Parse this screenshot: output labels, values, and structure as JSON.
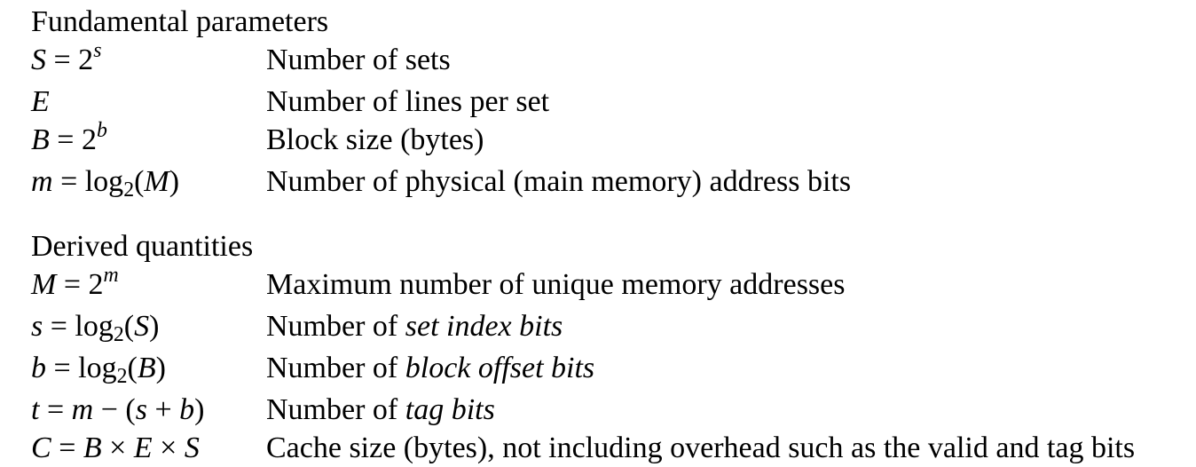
{
  "colors": {
    "background": "#ffffff",
    "text": "#000000"
  },
  "document": {
    "sections": [
      {
        "heading": "Fundamental parameters",
        "rows": [
          {
            "formula": [
              {
                "t": "it",
                "v": "S"
              },
              {
                "t": "rm",
                "v": " = 2"
              },
              {
                "t": "sup",
                "v": "s"
              }
            ],
            "desc": [
              {
                "t": "rm",
                "v": "Number of sets"
              }
            ]
          },
          {
            "formula": [
              {
                "t": "it",
                "v": "E"
              }
            ],
            "desc": [
              {
                "t": "rm",
                "v": "Number of lines per set"
              }
            ]
          },
          {
            "formula": [
              {
                "t": "it",
                "v": "B"
              },
              {
                "t": "rm",
                "v": " = 2"
              },
              {
                "t": "sup",
                "v": "b"
              }
            ],
            "desc": [
              {
                "t": "rm",
                "v": "Block size (bytes)"
              }
            ]
          },
          {
            "formula": [
              {
                "t": "it",
                "v": "m"
              },
              {
                "t": "rm",
                "v": " = log"
              },
              {
                "t": "sub",
                "v": "2"
              },
              {
                "t": "rm",
                "v": "("
              },
              {
                "t": "it",
                "v": "M"
              },
              {
                "t": "rm",
                "v": ")"
              }
            ],
            "desc": [
              {
                "t": "rm",
                "v": "Number of physical (main memory) address bits"
              }
            ]
          }
        ]
      },
      {
        "heading": "Derived quantities",
        "rows": [
          {
            "formula": [
              {
                "t": "it",
                "v": "M"
              },
              {
                "t": "rm",
                "v": " = 2"
              },
              {
                "t": "sup",
                "v": "m"
              }
            ],
            "desc": [
              {
                "t": "rm",
                "v": "Maximum number of unique memory addresses"
              }
            ]
          },
          {
            "formula": [
              {
                "t": "it",
                "v": "s"
              },
              {
                "t": "rm",
                "v": " = log"
              },
              {
                "t": "sub",
                "v": "2"
              },
              {
                "t": "rm",
                "v": "("
              },
              {
                "t": "it",
                "v": "S"
              },
              {
                "t": "rm",
                "v": ")"
              }
            ],
            "desc": [
              {
                "t": "rm",
                "v": "Number of "
              },
              {
                "t": "it",
                "v": "set index bits"
              }
            ]
          },
          {
            "formula": [
              {
                "t": "it",
                "v": "b"
              },
              {
                "t": "rm",
                "v": " = log"
              },
              {
                "t": "sub",
                "v": "2"
              },
              {
                "t": "rm",
                "v": "("
              },
              {
                "t": "it",
                "v": "B"
              },
              {
                "t": "rm",
                "v": ")"
              }
            ],
            "desc": [
              {
                "t": "rm",
                "v": "Number of "
              },
              {
                "t": "it",
                "v": "block offset bits"
              }
            ]
          },
          {
            "formula": [
              {
                "t": "it",
                "v": "t"
              },
              {
                "t": "rm",
                "v": " = "
              },
              {
                "t": "it",
                "v": "m"
              },
              {
                "t": "rm",
                "v": " − ("
              },
              {
                "t": "it",
                "v": "s"
              },
              {
                "t": "rm",
                "v": " + "
              },
              {
                "t": "it",
                "v": "b"
              },
              {
                "t": "rm",
                "v": ")"
              }
            ],
            "desc": [
              {
                "t": "rm",
                "v": "Number of "
              },
              {
                "t": "it",
                "v": "tag bits"
              }
            ]
          },
          {
            "formula": [
              {
                "t": "it",
                "v": "C"
              },
              {
                "t": "rm",
                "v": " = "
              },
              {
                "t": "it",
                "v": "B"
              },
              {
                "t": "rm",
                "v": " × "
              },
              {
                "t": "it",
                "v": "E"
              },
              {
                "t": "rm",
                "v": " × "
              },
              {
                "t": "it",
                "v": "S"
              }
            ],
            "desc": [
              {
                "t": "rm",
                "v": "Cache size (bytes), not including overhead such as the valid and tag bits"
              }
            ]
          }
        ]
      }
    ]
  }
}
